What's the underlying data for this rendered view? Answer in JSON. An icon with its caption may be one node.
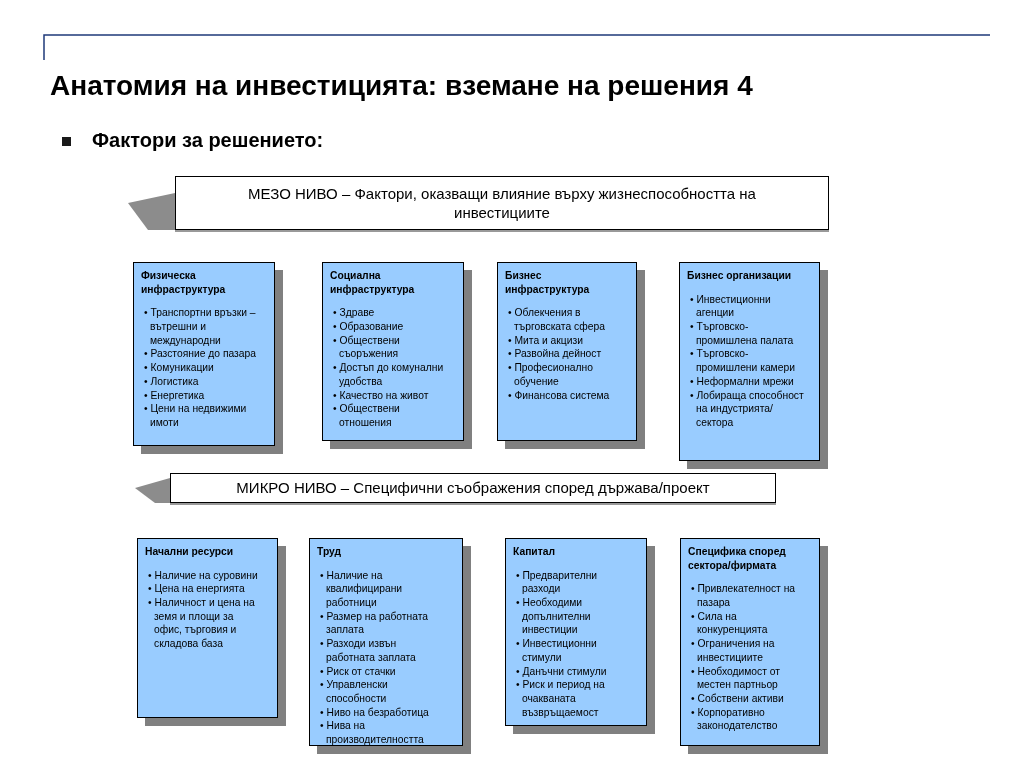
{
  "diagram": {
    "title": "Анатомия на инвестицията: вземане на решения 4",
    "nodes": [
      {
        "text": [
          "МЕЗО НИВО – Фактори, оказващи влияние върху жизнеспособността на инвестициите"
        ]
      },
      {
        "text": [
          "Физическа инфраструктура",
          "• Транспортни връзки – вътрешни и международни",
          "• Разстояние до пазара",
          "• Комуникации",
          "• Логистика",
          "• Енергетика",
          "• Цени на недвижими имоти"
        ]
      },
      {
        "text": [
          "Социална инфраструктура",
          "• Здраве",
          "• Образование",
          "• Обществени съоръжения",
          "• Достъп до комунални удобства",
          "• Качество на живот",
          "• Обществени отношения"
        ]
      },
      {
        "text": [
          "Бизнес инфраструктура",
          "• Облекчения в търговската сфера",
          "• Мита и акцизи",
          "• Развойна дейност",
          "• Професионално обучение",
          "• Финансова система"
        ]
      },
      {
        "text": [
          "Бизнес организации",
          "• Инвестиционни агенции",
          "• Търговско-промишлена палата",
          "• Търговско-промишлени камери",
          "• Неформални мрежи",
          "• Лобираща способност на индустрията/сектора"
        ]
      },
      {
        "text": [
          "МИКРО НИВО – Специфични съображения според държава/проект"
        ]
      },
      {
        "text": [
          "Начални ресурси",
          "• Наличие на суровини",
          "• Цена на енергията",
          "• Наличност и цена на земя и площи за офис, търговия и складова база"
        ]
      },
      {
        "text": [
          "Труд",
          "• Наличие на квалифицирани работници",
          "• Размер на работната заплата",
          "• Разходи извън работната заплата",
          "• Риск от стачки",
          "• Управленски способности",
          "• Ниво на безработица",
          "• Нива на производителността"
        ]
      },
      {
        "text": [
          "Капитал",
          "• Предварителни разходи",
          "• Необходими допълнителни инвестиции",
          "• Инвестиционни стимули",
          "• Данъчни стимули",
          "• Риск и период на очакваната възвръщаемост"
        ]
      },
      {
        "text": [
          "Специфика според сектора/фирмата",
          "• Привлекателност на пазара",
          "• Сила на конкуренцията",
          "• Ограничения на инвестициите",
          "• Необходимост от местен партньор",
          "• Собствени активи",
          "• Корпоративно законодателство"
        ]
      }
    ],
    "labels": [
      "Фактори за решението:"
    ]
  }
}
